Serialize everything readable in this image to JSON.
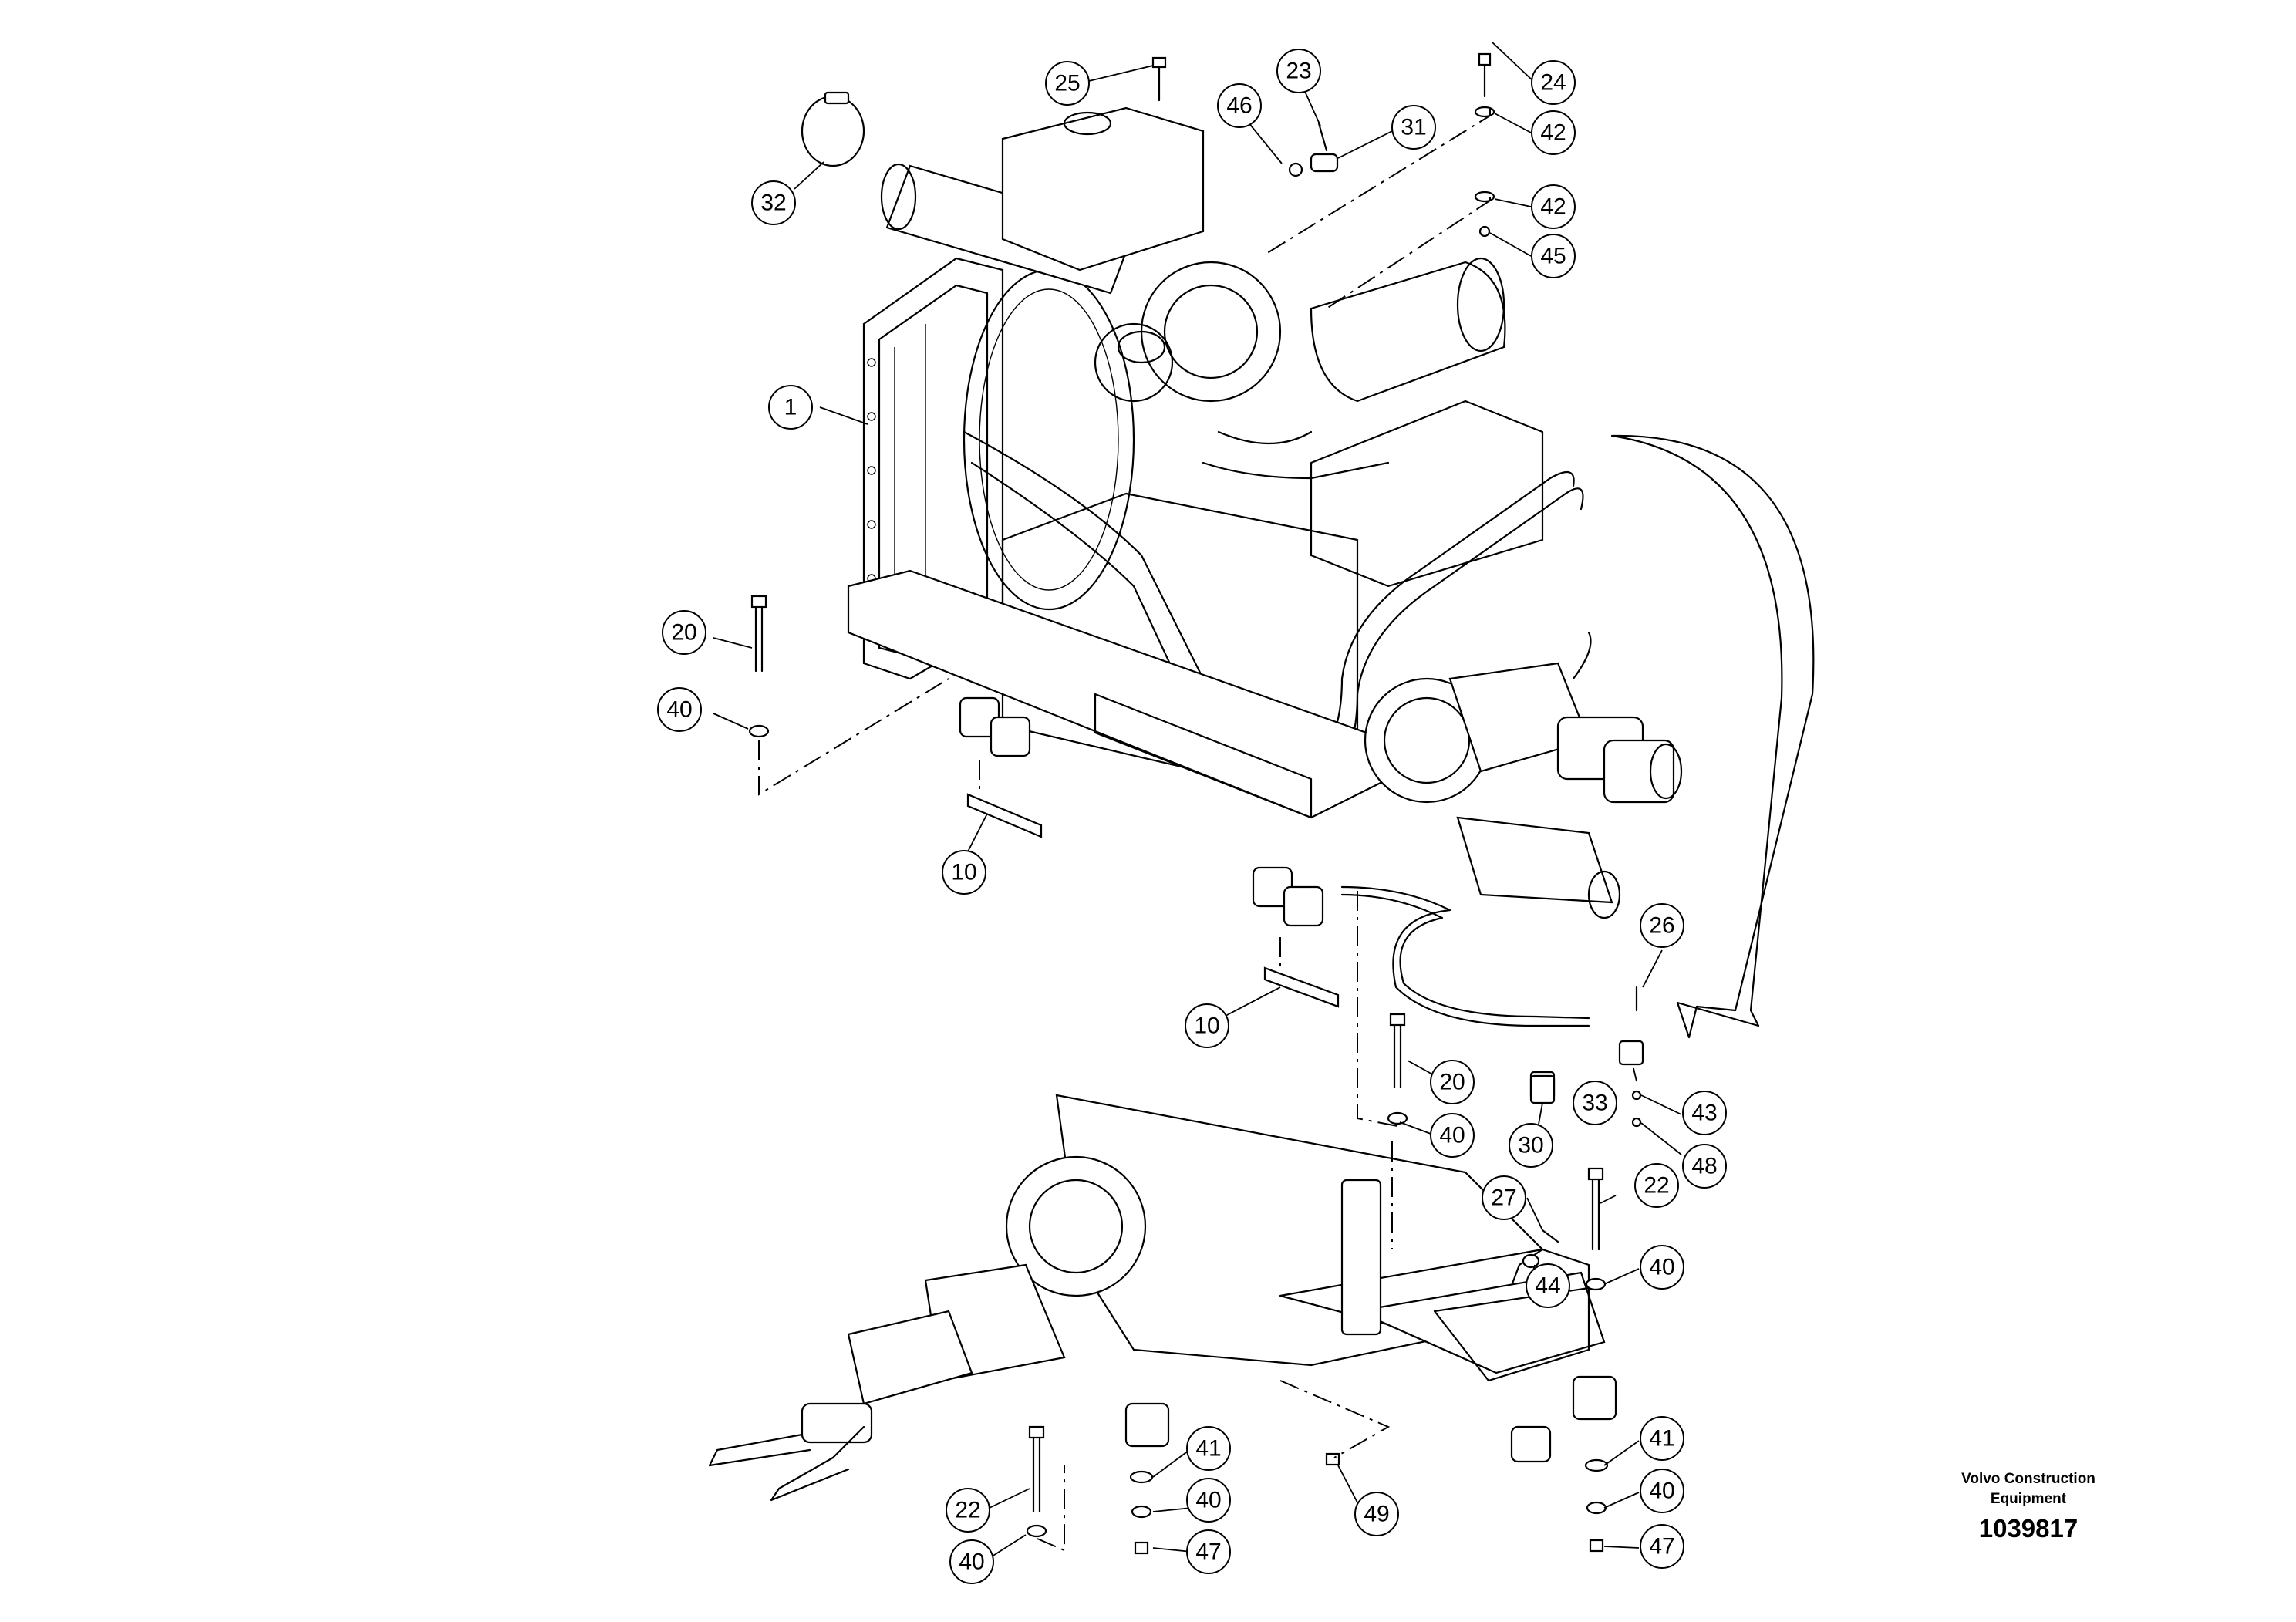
{
  "brand": {
    "line1": "Volvo Construction",
    "line2": "Equipment"
  },
  "document_number": "1039817",
  "callouts": [
    {
      "label": "25"
    },
    {
      "label": "23"
    },
    {
      "label": "24"
    },
    {
      "label": "46"
    },
    {
      "label": "31"
    },
    {
      "label": "42"
    },
    {
      "label": "32"
    },
    {
      "label": "42"
    },
    {
      "label": "45"
    },
    {
      "label": "1"
    },
    {
      "label": "20"
    },
    {
      "label": "40"
    },
    {
      "label": "10"
    },
    {
      "label": "26"
    },
    {
      "label": "10"
    },
    {
      "label": "20"
    },
    {
      "label": "33"
    },
    {
      "label": "43"
    },
    {
      "label": "40"
    },
    {
      "label": "30"
    },
    {
      "label": "48"
    },
    {
      "label": "27"
    },
    {
      "label": "22"
    },
    {
      "label": "44"
    },
    {
      "label": "40"
    },
    {
      "label": "41"
    },
    {
      "label": "41"
    },
    {
      "label": "40"
    },
    {
      "label": "22"
    },
    {
      "label": "40"
    },
    {
      "label": "49"
    },
    {
      "label": "40"
    },
    {
      "label": "47"
    },
    {
      "label": "47"
    }
  ]
}
